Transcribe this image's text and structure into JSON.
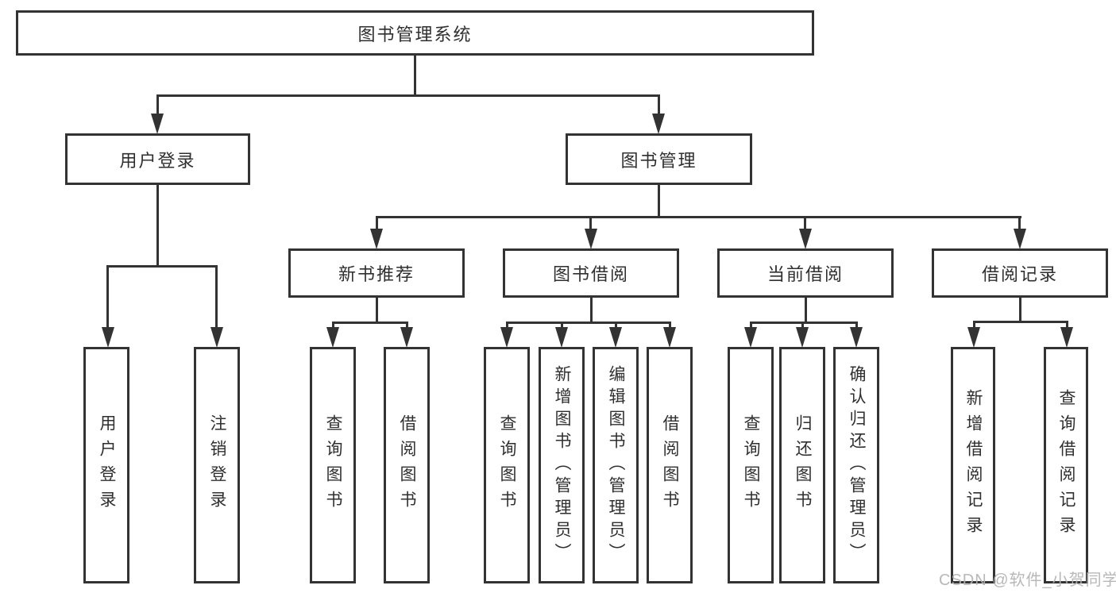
{
  "diagram": {
    "root_label": "图书管理系统",
    "level2": {
      "login": "用户登录",
      "manage": "图书管理"
    },
    "level3": {
      "new_books": "新书推荐",
      "borrowing": "图书借阅",
      "current": "当前借阅",
      "records": "借阅记录"
    },
    "leaves": {
      "user_login": "用户登录",
      "logout": "注销登录",
      "nb_query": "查询图书",
      "nb_borrow": "借阅图书",
      "b_query": "查询图书",
      "b_add": "新增图书（管理员）",
      "b_edit": "编辑图书（管理员）",
      "b_borrow": "借阅图书",
      "c_query": "查询图书",
      "c_return": "归还图书",
      "c_confirm": "确认归还（管理员）",
      "r_add": "新增借阅记录",
      "r_query": "查询借阅记录"
    },
    "watermark": "CSDN @软件_小贺同学",
    "colors": {
      "stroke": "#333333",
      "text": "#2f2f2f",
      "watermark": "#b2b2b2"
    }
  }
}
